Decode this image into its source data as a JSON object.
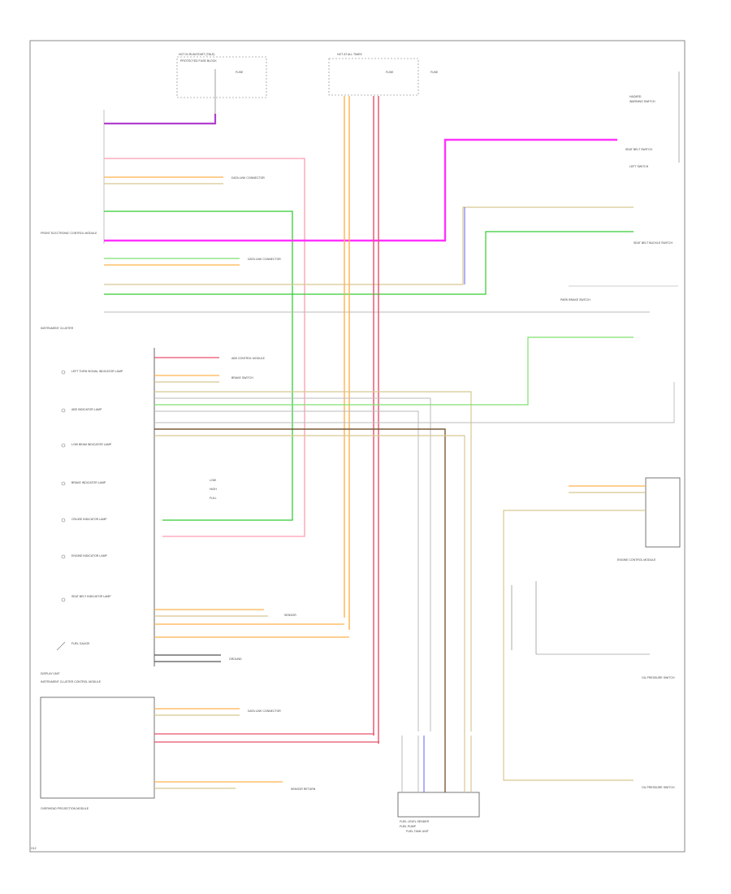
{
  "diagram": {
    "colors": {
      "violet": "#b040d0",
      "magenta": "#ff33ff",
      "pink": "#ff9cb0",
      "orange": "#ffb24d",
      "red": "#e8506a",
      "green": "#33cc33",
      "lightgreen": "#80e070",
      "blue": "#6060ff",
      "tan": "#d8c890",
      "black": "#555555",
      "gray": "#bbbbbb",
      "darkbrown": "#7a5a3a"
    },
    "labels": {
      "top_fuse_left": "HOT IN RUN/START (TBLE)",
      "top_fuse_left2": "PROTECTED FUSE BLOCK",
      "fuse_a": "FUSE",
      "fuse_b": "FUSE",
      "fuse_c": "FUSE",
      "hot_at_all": "HOT AT ALL TIMES",
      "right_top_1": "HAZARD",
      "right_top_2": "WARNING SWITCH",
      "right_top_3": "SEAT BELT SWITCH",
      "left_switch": "LEFT SWITCH",
      "front_module": "FRONT ELECTRONIC CONTROL MODULE",
      "seat_belt_buckle": "SEAT BELT BUCKLE SWITCH",
      "instrument_cluster": "INSTRUMENT CLUSTER",
      "left_turn": "LEFT TURN SIGNAL INDICATOR LAMP",
      "abs_ind": "ABS INDICATOR LAMP",
      "low_beam": "LOW BEAM INDICATOR LAMP",
      "brake_ind": "BRAKE INDICATOR LAMP",
      "cruise_ind": "CRUISE INDICATOR LAMP",
      "engine_ind": "ENGINE INDICATOR LAMP",
      "seat_belt_ind": "SEAT BELT INDICATOR LAMP",
      "fuel_gauge": "FUEL GAUGE",
      "display_unit": "DISPLAY UNIT",
      "instrument_cluster_bottom": "INSTRUMENT CLUSTER CONTROL MODULE",
      "lower_left_module": "OVERHEAD PROJECTION MODULE",
      "fuel_sender": "FUEL LEVEL SENDER",
      "fuel_pump": "FUEL PUMP",
      "engine_module": "ENGINE CONTROL MODULE",
      "oil_pressure": "OIL PRESSURE SWITCH",
      "oil_pressure2": "OIL PRESSURE SWITCH",
      "bottom_left": "G12",
      "data_link": "DATA LINK CONNECTOR",
      "data_link2": "DATA LINK CONNECTOR",
      "abs_module": "ABS CONTROL MODULE",
      "brake_switch": "BRAKE SWITCH",
      "park_brake": "PARK BRAKE SWITCH",
      "sensor": "SENSOR",
      "ground": "GROUND",
      "sensor_return": "SENSOR RETURN",
      "fuel_tank": "FUEL TANK UNIT",
      "legend_1": "LOW",
      "legend_2": "HIGH",
      "legend_3": "FULL"
    }
  }
}
